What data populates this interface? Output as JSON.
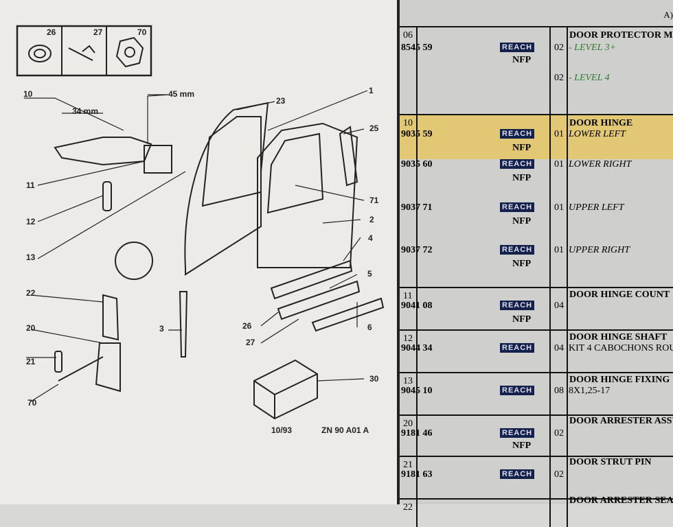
{
  "diagram": {
    "labels": {
      "l26a": "26",
      "l27a": "27",
      "l70a": "70",
      "l10": "10",
      "l45": "45 mm",
      "l34": "34 mm",
      "l11": "11",
      "l12": "12",
      "l13": "13",
      "l22": "22",
      "l20": "20",
      "l21": "21",
      "l70b": "70",
      "l23": "23",
      "l1": "1",
      "l25": "25",
      "l71": "71",
      "l2": "2",
      "l4": "4",
      "l5": "5",
      "l26b": "26",
      "l27b": "27",
      "l6": "6",
      "l3": "3",
      "l30": "30"
    },
    "date": "10/93",
    "code": "ZN 90 A01 A"
  },
  "header": {
    "corner": "A)"
  },
  "rows": [
    {
      "ref": "06",
      "title": "DOOR PROTECTOR M",
      "items": [
        {
          "part": "8545 59",
          "reach": "REACH",
          "nfp": "NFP",
          "qty": "02",
          "desc": "- LEVEL 3+"
        },
        {
          "qty": "02",
          "desc": "- LEVEL 4"
        }
      ]
    },
    {
      "ref": "10",
      "title": "DOOR HINGE",
      "items": [
        {
          "part": "9035 59",
          "reach": "REACH",
          "nfp": "NFP",
          "qty": "01",
          "desc": "LOWER LEFT"
        },
        {
          "part": "9035 60",
          "reach": "REACH",
          "nfp": "NFP",
          "qty": "01",
          "desc": "LOWER RIGHT"
        },
        {
          "part": "9037 71",
          "reach": "REACH",
          "nfp": "NFP",
          "qty": "01",
          "desc": "UPPER LEFT"
        },
        {
          "part": "9037 72",
          "reach": "REACH",
          "nfp": "NFP",
          "qty": "01",
          "desc": "UPPER RIGHT"
        }
      ]
    },
    {
      "ref": "11",
      "title": "DOOR HINGE COUNT",
      "items": [
        {
          "part": "9041 08",
          "reach": "REACH",
          "nfp": "NFP",
          "qty": "04"
        }
      ]
    },
    {
      "ref": "12",
      "title": "DOOR HINGE SHAFT",
      "items": [
        {
          "part": "9044 34",
          "reach": "REACH",
          "qty": "04",
          "desc": "KIT 4 CABOCHONS ROU"
        }
      ]
    },
    {
      "ref": "13",
      "title": "DOOR HINGE FIXING",
      "items": [
        {
          "part": "9045 10",
          "reach": "REACH",
          "qty": "08",
          "desc": "8X1,25-17"
        }
      ]
    },
    {
      "ref": "20",
      "title": "DOOR ARRESTER ASSY",
      "items": [
        {
          "part": "9181 46",
          "reach": "REACH",
          "nfp": "NFP",
          "qty": "02"
        }
      ]
    },
    {
      "ref": "21",
      "title": "DOOR STRUT PIN",
      "items": [
        {
          "part": "9181 63",
          "reach": "REACH",
          "qty": "02"
        }
      ]
    },
    {
      "ref": "22",
      "title": "DOOR ARRESTER SEAL"
    }
  ]
}
